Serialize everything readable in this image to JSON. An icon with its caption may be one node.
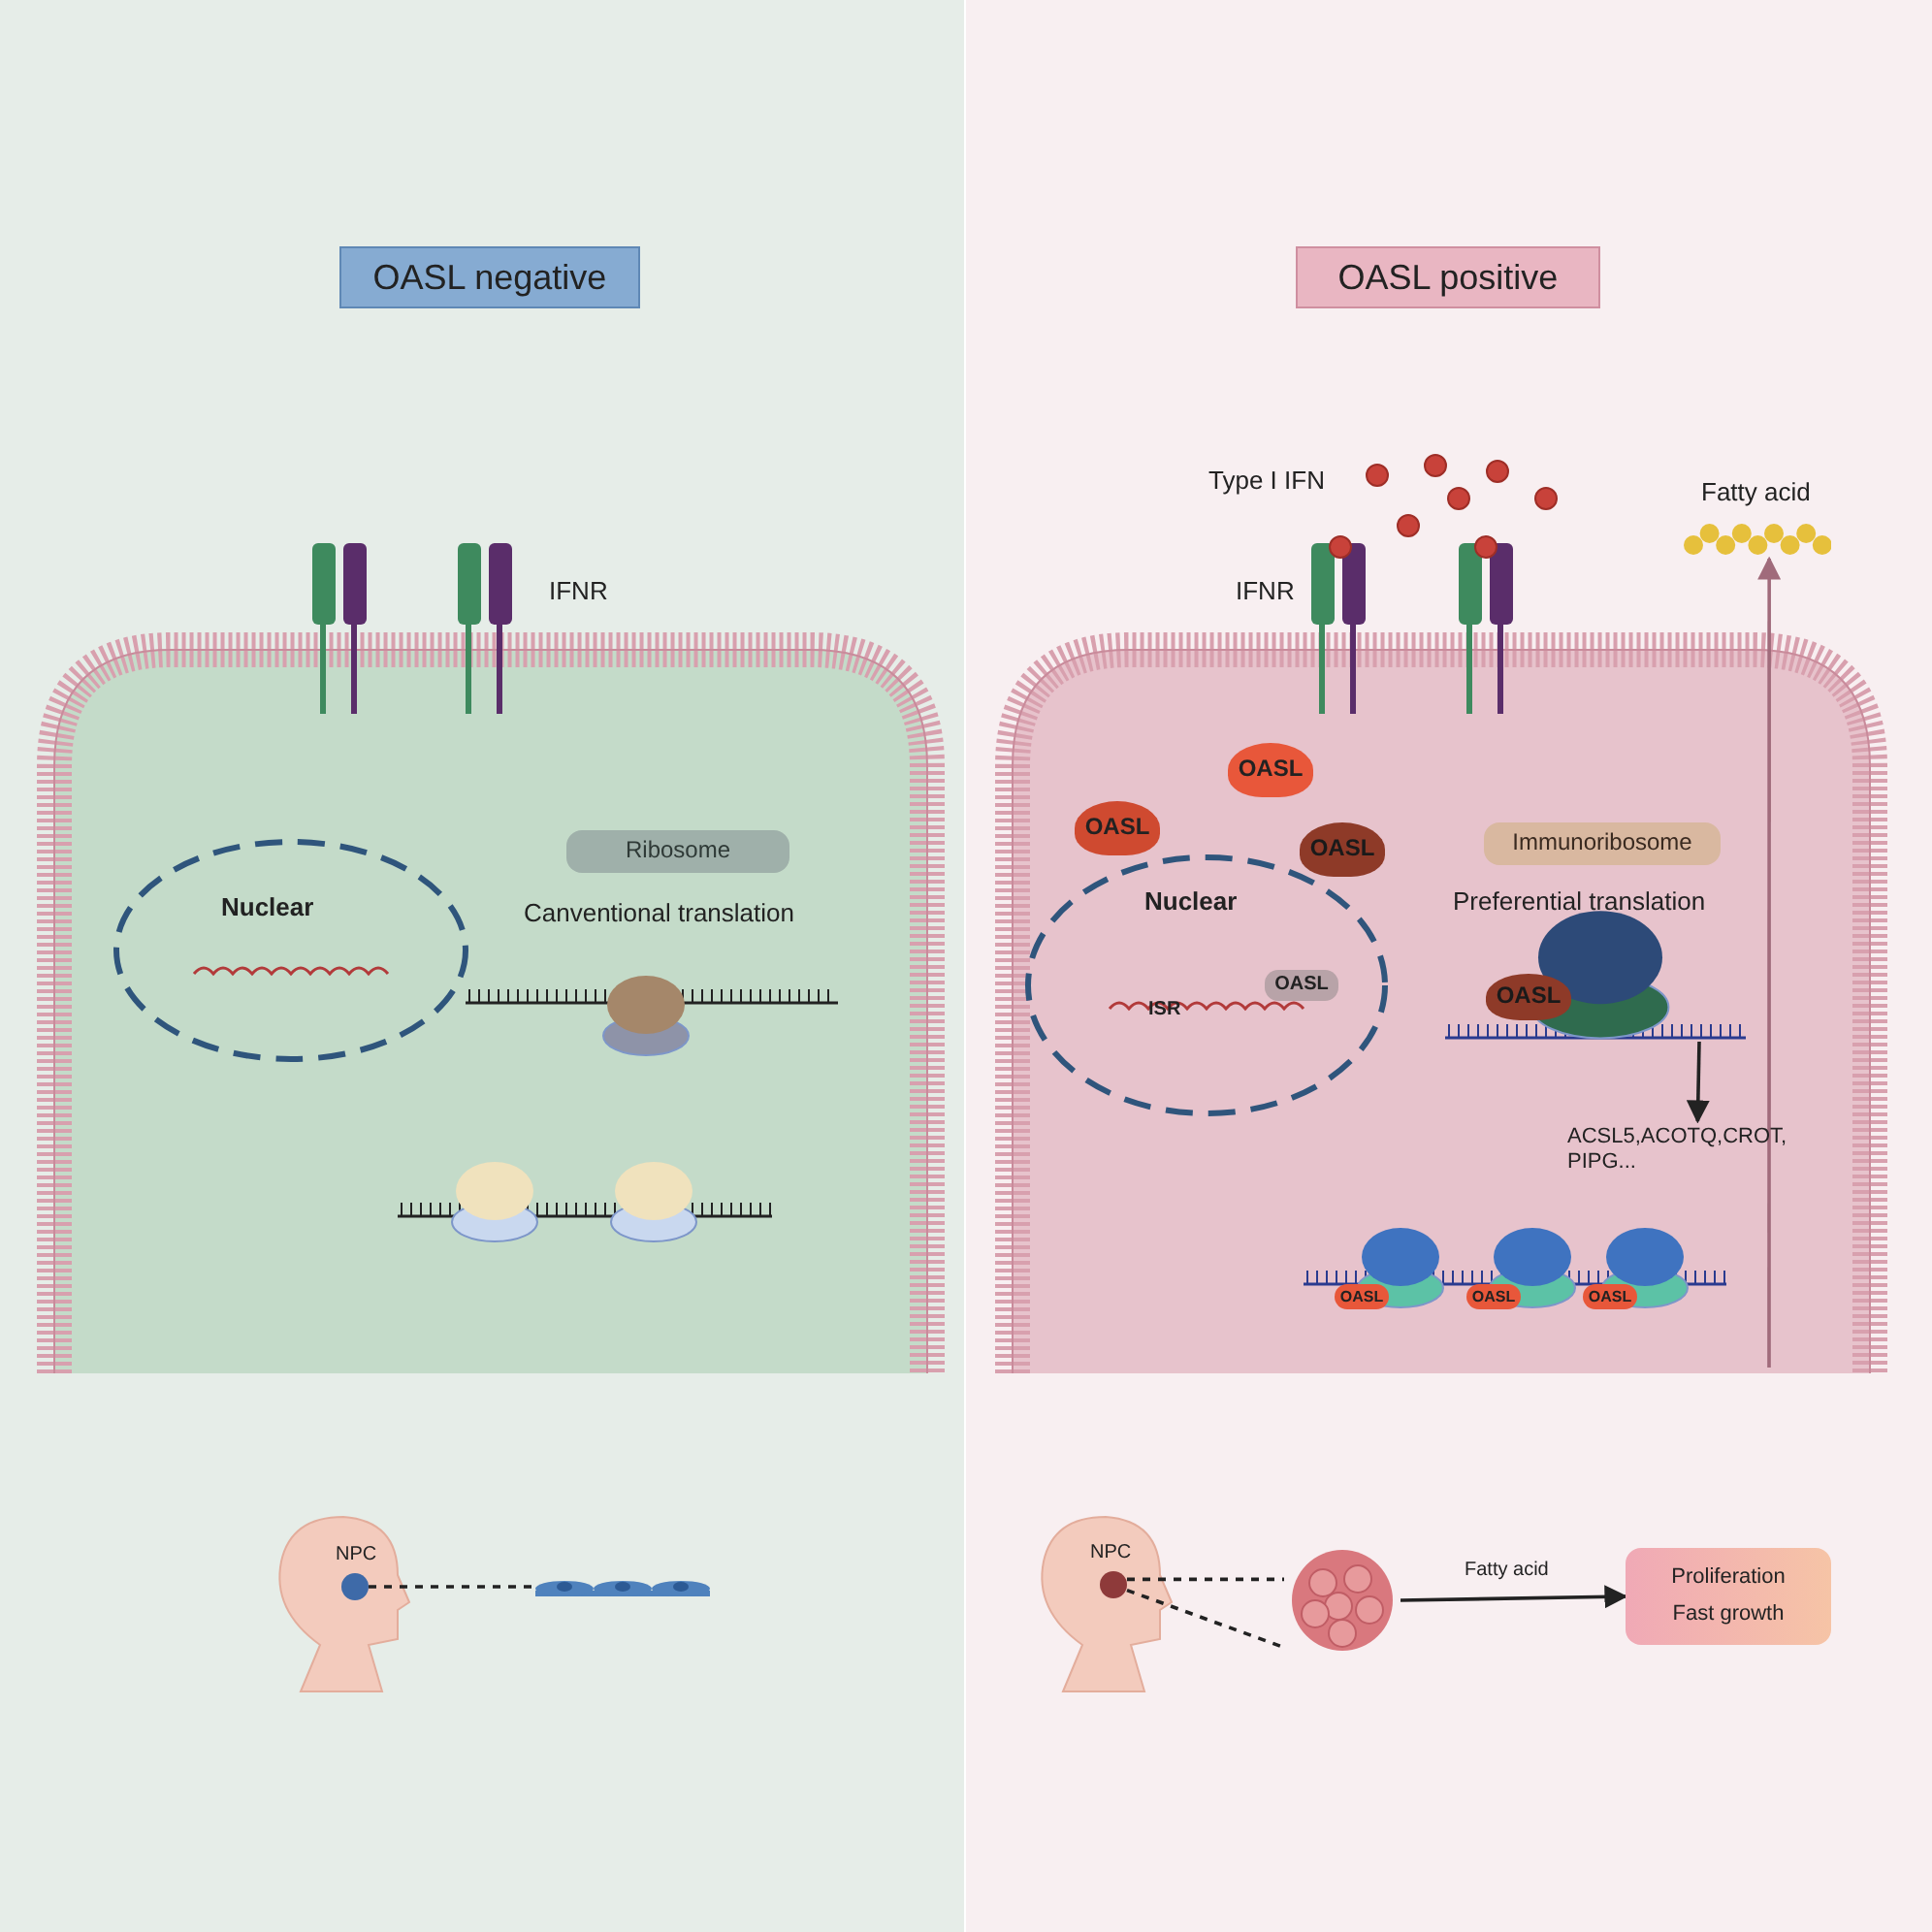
{
  "diagram": {
    "nodes": [
      {
        "text": [
          "OASL negative"
        ]
      },
      {
        "text": [
          "OASL positive"
        ]
      },
      {
        "text": [
          "Ribosome"
        ]
      },
      {
        "text": [
          "OASL"
        ]
      },
      {
        "text": [
          "OASL"
        ]
      },
      {
        "text": [
          "OASL"
        ]
      },
      {
        "text": [
          "Immunoribosome"
        ]
      },
      {
        "text": [
          "Proliferation",
          "Fast growth"
        ]
      },
      {
        "text": [],
        "shape": "circle",
        "beside": [
          "NPC"
        ]
      },
      {
        "text": [],
        "shape": "picture"
      },
      {
        "text": [],
        "shape": "circle",
        "beside": [
          "NPC"
        ]
      },
      {
        "text": [],
        "shape": "picture"
      },
      {
        "text": [],
        "shape": "picture",
        "beside": [
          "Fatty acid"
        ]
      },
      {
        "text": [
          "ACSL5,ACOTQ,CROT, PIPG..."
        ]
      },
      {
        "text": [
          "OASL"
        ]
      },
      {
        "text": [
          "OASL"
        ]
      },
      {
        "text": [
          "OASL"
        ]
      },
      {
        "text": [
          "OASL"
        ]
      },
      {
        "text": [
          "OASL"
        ]
      }
    ],
    "edges": [
      {
        "from": 8,
        "to": 9,
        "arrow": "none",
        "style": "dashed"
      },
      {
        "from": 10,
        "to": 11,
        "arrow": "none",
        "style": "dashed"
      },
      {
        "from": 10,
        "to": 11,
        "arrow": "none",
        "style": "dashed"
      },
      {
        "from": 11,
        "to": 7,
        "arrow": "to",
        "label": "Fatty acid"
      },
      {
        "from": null,
        "to": 12,
        "arrow": "to",
        "color": "#a06b7b"
      },
      {
        "from": null,
        "to": 13,
        "arrow": "to"
      }
    ],
    "labels": [
      "IFNR",
      "Nuclear",
      "Canventional translation",
      "Type I IFN",
      "IFNR",
      "Nuclear",
      "ISR",
      "Preferential translation"
    ]
  }
}
